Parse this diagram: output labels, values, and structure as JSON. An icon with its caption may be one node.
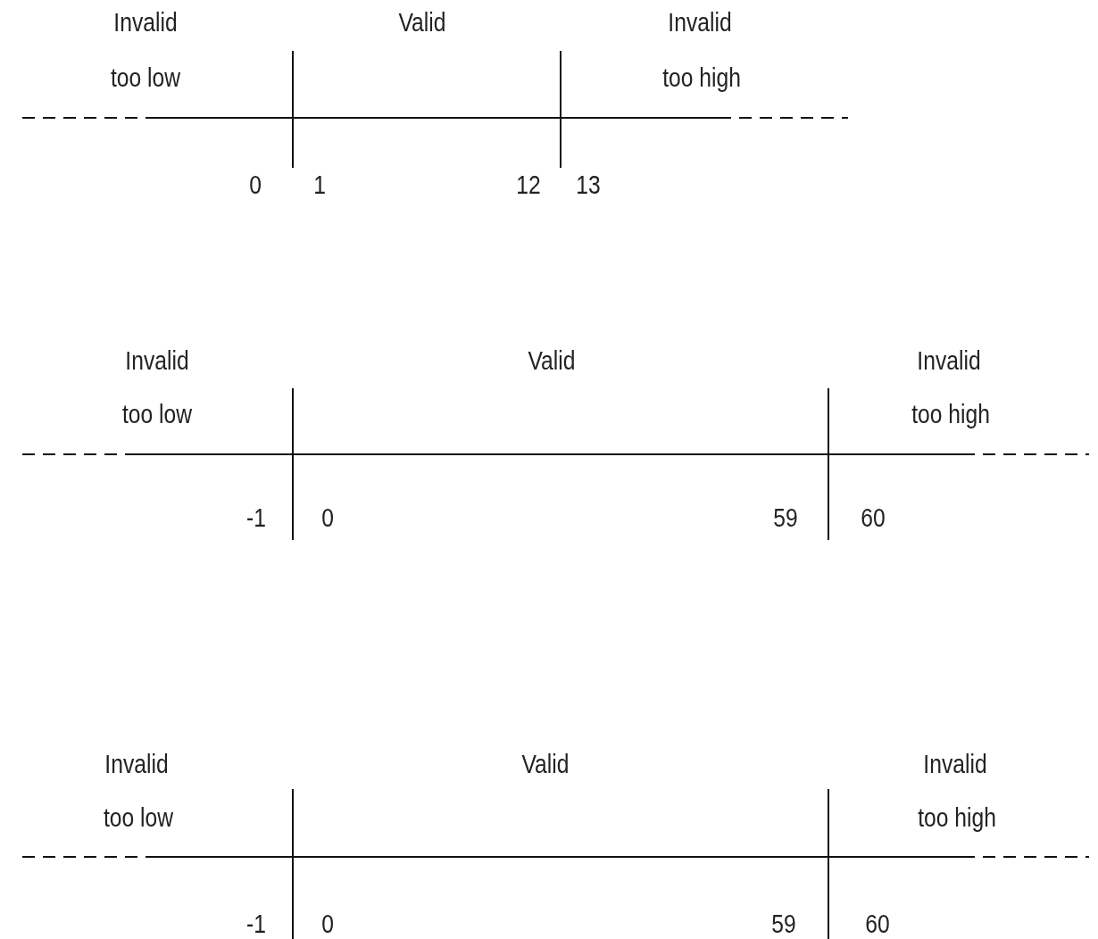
{
  "diagram": {
    "labels": [
      "Invalid",
      "Valid",
      "Invalid",
      "too low",
      "too high",
      "0",
      "1",
      "12",
      "13",
      "Invalid",
      "Valid",
      "Invalid",
      "too low",
      "too high",
      "-1",
      "0",
      "59",
      "60",
      "Invalid",
      "Valid",
      "Invalid",
      "too low",
      "too high",
      "-1",
      "0",
      "59",
      "60"
    ]
  }
}
